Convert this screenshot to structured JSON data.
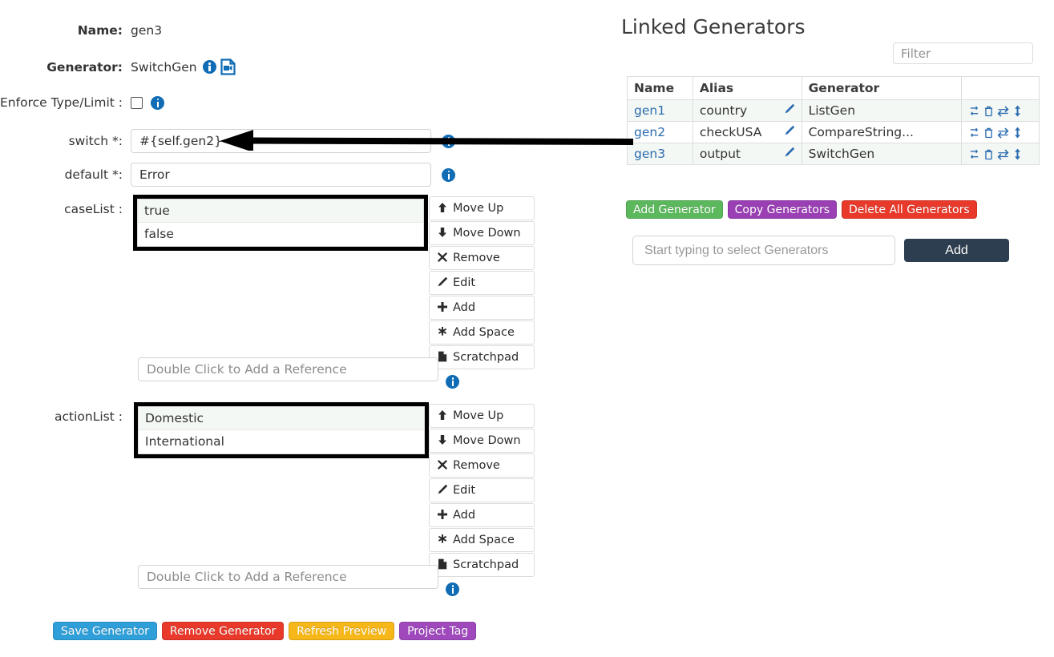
{
  "form": {
    "name_label": "Name:",
    "name_value": "gen3",
    "generator_label": "Generator:",
    "generator_value": "SwitchGen",
    "enforce_label": "Enforce Type/Limit :",
    "switch_label": "switch *:",
    "switch_value": "#{self.gen2}",
    "default_label": "default *:",
    "default_value": "Error",
    "caselist_label": "caseList :",
    "caselist_items": [
      "true",
      "false"
    ],
    "actionlist_label": "actionList :",
    "actionlist_items": [
      "Domestic",
      "International"
    ],
    "reference_placeholder": "Double Click to Add a Reference"
  },
  "list_buttons": [
    {
      "icon": "arrow-up-icon",
      "glyph": "↑",
      "label": "Move Up"
    },
    {
      "icon": "arrow-down-icon",
      "glyph": "↓",
      "label": "Move Down"
    },
    {
      "icon": "remove-x-icon",
      "glyph": "✖",
      "label": "Remove"
    },
    {
      "icon": "pencil-icon",
      "glyph": "✎",
      "label": "Edit"
    },
    {
      "icon": "plus-icon",
      "glyph": "➕",
      "label": "Add"
    },
    {
      "icon": "asterisk-icon",
      "glyph": "✱",
      "label": "Add Space"
    },
    {
      "icon": "file-icon",
      "glyph": "὜B",
      "label": "Scratchpad"
    }
  ],
  "bottom_buttons": [
    {
      "label": "Save Generator",
      "color": "#2f9fd9"
    },
    {
      "label": "Remove Generator",
      "color": "#e8392a"
    },
    {
      "label": "Refresh Preview",
      "color": "#f6b719"
    },
    {
      "label": "Project Tag",
      "color": "#a049bd"
    }
  ],
  "panel": {
    "title": "Linked Generators",
    "filter_placeholder": "Filter",
    "columns": [
      "Name",
      "Alias",
      "Generator",
      ""
    ],
    "rows": [
      {
        "name": "gen1",
        "alias": "country",
        "generator": "ListGen"
      },
      {
        "name": "gen2",
        "alias": "checkUSA",
        "generator": "CompareString..."
      },
      {
        "name": "gen3",
        "alias": "output",
        "generator": "SwitchGen"
      }
    ],
    "row_icons": [
      "clone-icon",
      "trash-icon",
      "exchange-icon",
      "sort-vertical-icon"
    ],
    "action_buttons": [
      {
        "label": "Add Generator",
        "color": "#5cb85c"
      },
      {
        "label": "Copy Generators",
        "color": "#9b3fb5"
      },
      {
        "label": "Delete All Generators",
        "color": "#e8392a"
      }
    ],
    "select_placeholder": "Start typing to select Generators",
    "add_label": "Add"
  },
  "colors": {
    "info_icon": "#0f6cb5",
    "link": "#2b6cb0",
    "row_shade": "#f4f8f4",
    "add_button": "#2c3e50",
    "annotation": "#000000"
  }
}
